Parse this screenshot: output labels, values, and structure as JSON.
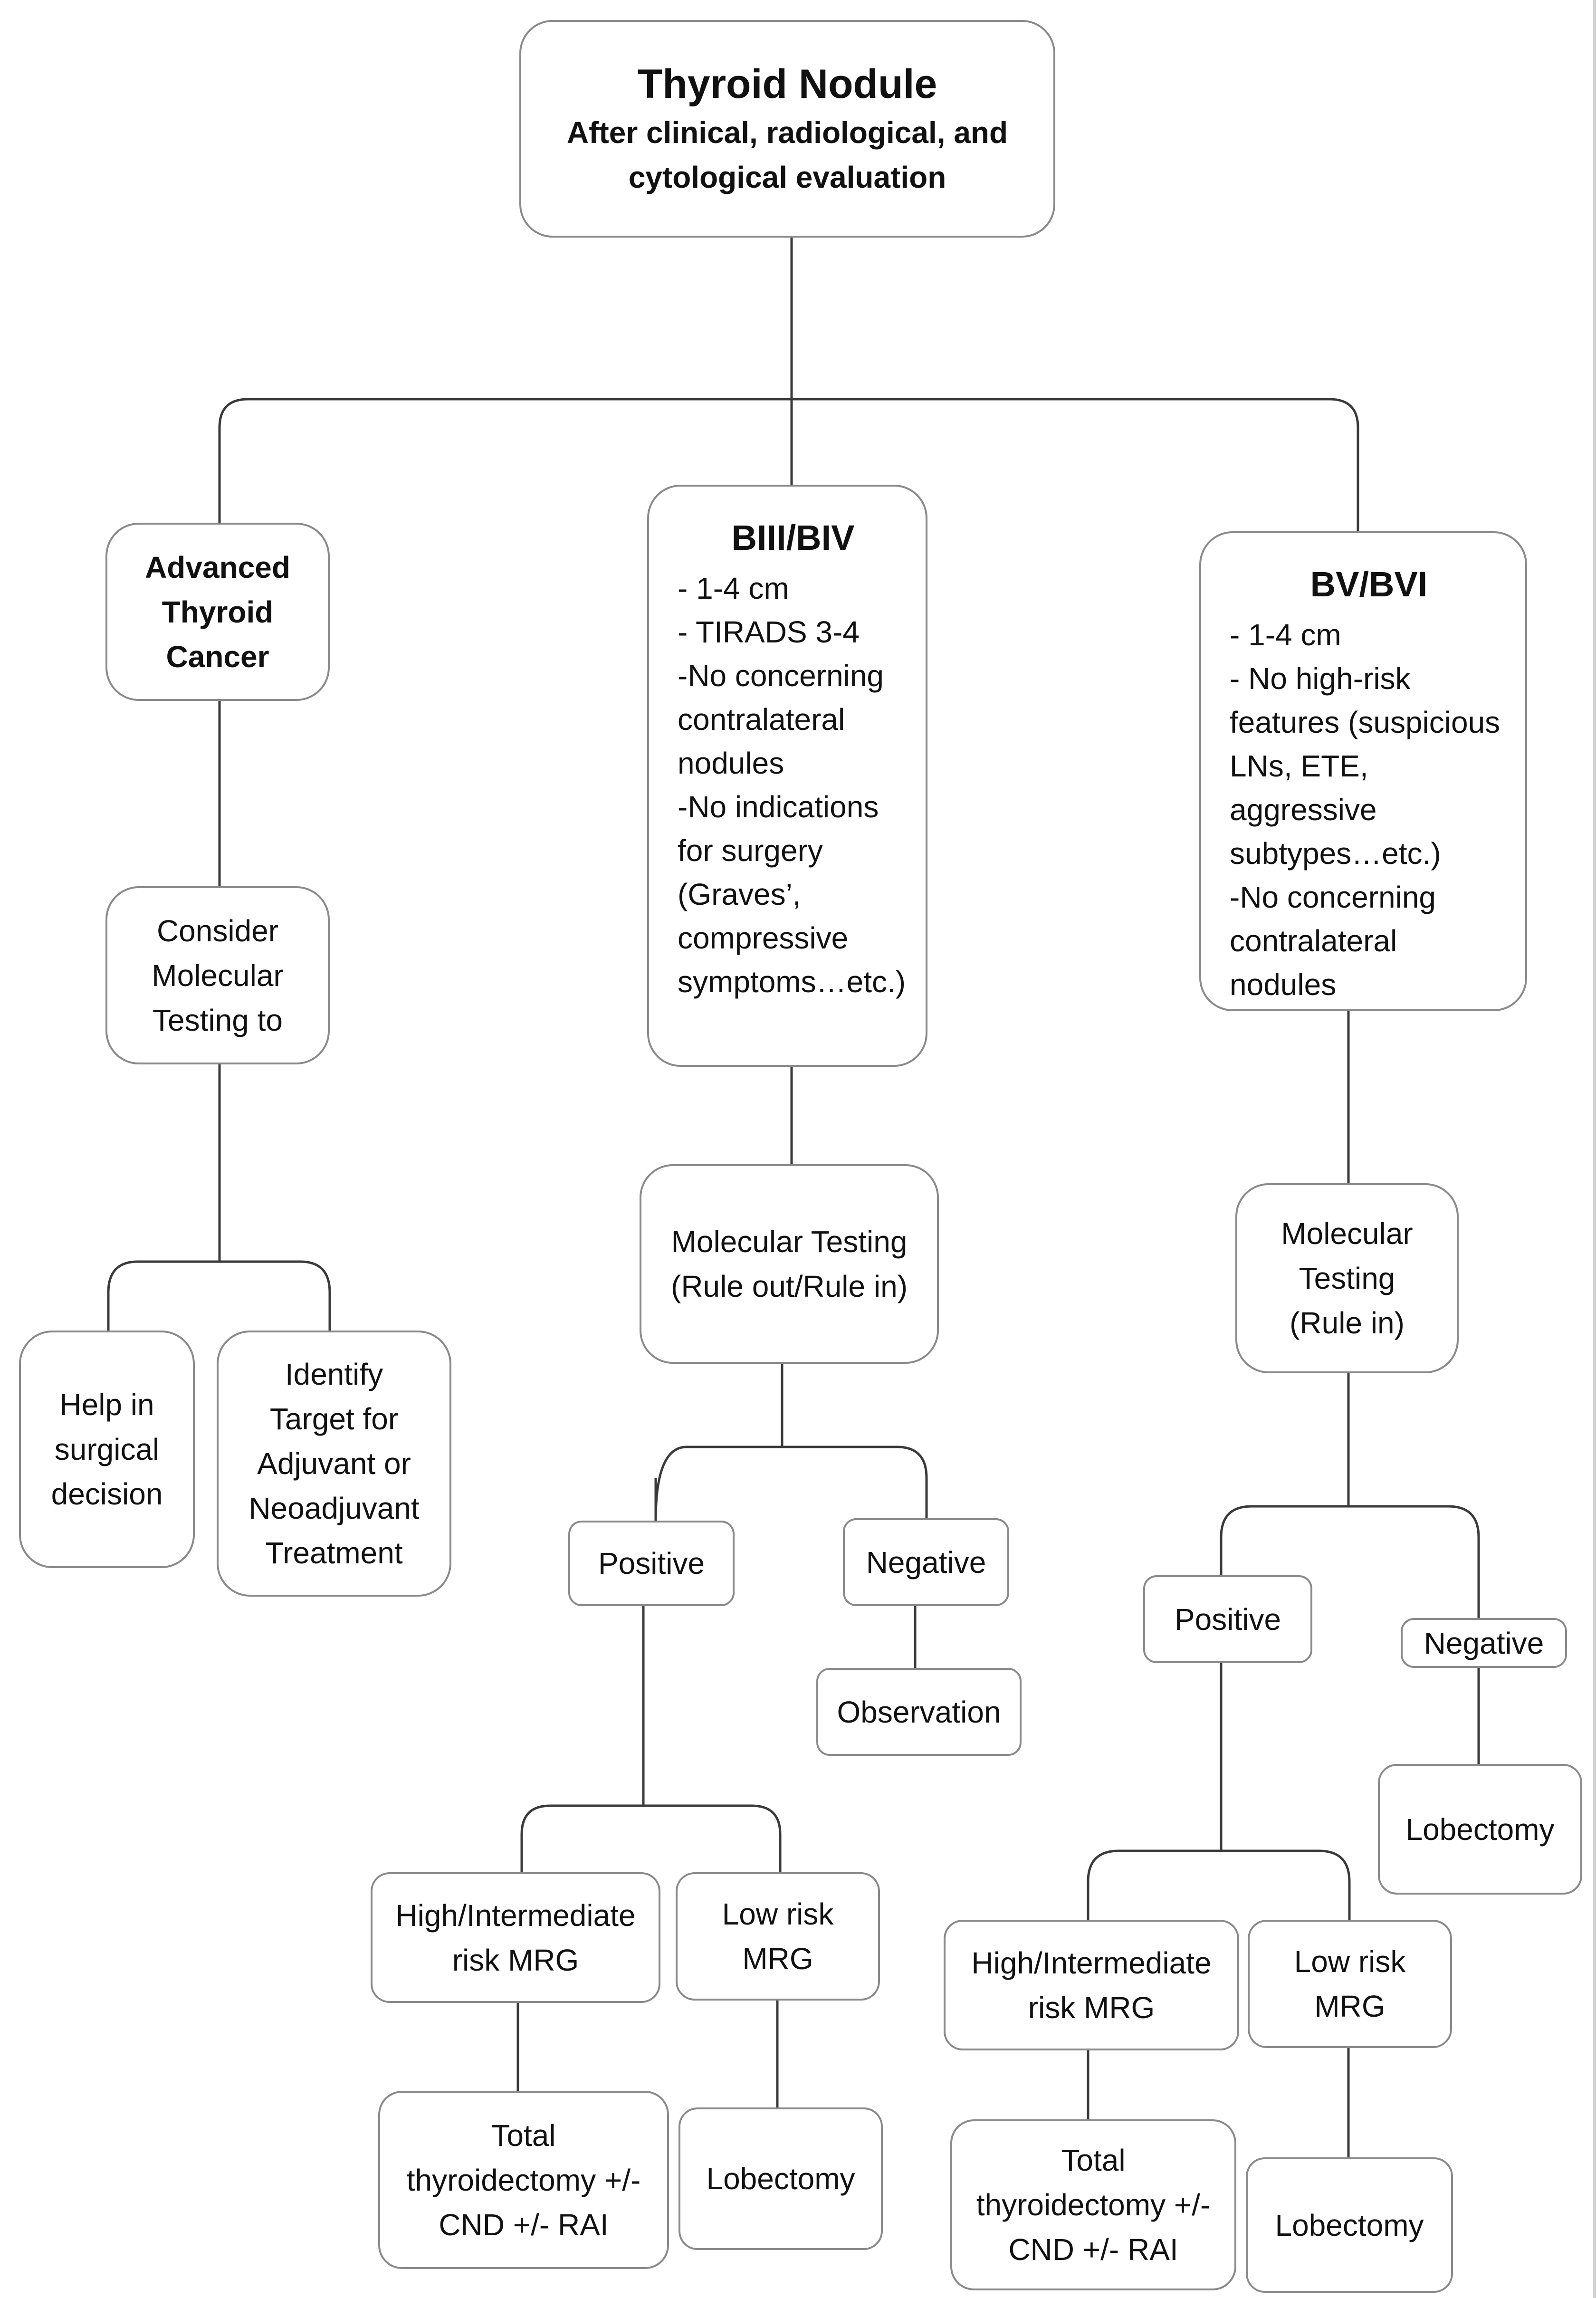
{
  "colors": {
    "line": "#3a3a3a",
    "box_border": "#8a8a8a",
    "text": "#111111",
    "background": "#ffffff"
  },
  "root": {
    "title": "Thyroid Nodule",
    "subtitle_line1": "After clinical, radiological, and",
    "subtitle_line2": "cytological evaluation"
  },
  "left_branch": {
    "advanced": {
      "line1": "Advanced",
      "line2": "Thyroid",
      "line3": "Cancer"
    },
    "consider": {
      "line1": "Consider",
      "line2": "Molecular",
      "line3": "Testing to"
    },
    "help": {
      "line1": "Help in",
      "line2": "surgical",
      "line3": "decision"
    },
    "identify": {
      "line1": "Identify",
      "line2": "Target for",
      "line3": "Adjuvant or",
      "line4": "Neoadjuvant",
      "line5": "Treatment"
    }
  },
  "middle_branch": {
    "title": "BIII/BIV",
    "criteria": [
      "- 1-4 cm",
      "- TIRADS 3-4",
      "-No concerning",
      "contralateral",
      "nodules",
      "-No indications",
      "for surgery",
      "(Graves’,",
      "compressive",
      "symptoms…etc.)"
    ],
    "testing": {
      "line1": "Molecular Testing",
      "line2": "(Rule out/Rule in)"
    },
    "positive": "Positive",
    "negative": "Negative",
    "observation": "Observation",
    "high_risk": {
      "line1": "High/Intermediate",
      "line2": "risk MRG"
    },
    "low_risk": {
      "line1": "Low risk",
      "line2": "MRG"
    },
    "total": {
      "line1": "Total",
      "line2": "thyroidectomy +/-",
      "line3": "CND +/- RAI"
    },
    "lobectomy": "Lobectomy"
  },
  "right_branch": {
    "title": "BV/BVI",
    "criteria": [
      "- 1-4 cm",
      "- No high-risk",
      "features (suspicious",
      "LNs, ETE, aggressive",
      "subtypes…etc.)",
      "-No concerning",
      "contralateral",
      "nodules"
    ],
    "testing": {
      "line1": "Molecular",
      "line2": "Testing",
      "line3": "(Rule in)"
    },
    "positive": "Positive",
    "negative": "Negative",
    "lobectomy_negative": "Lobectomy",
    "high_risk": {
      "line1": "High/Intermediate",
      "line2": "risk MRG"
    },
    "low_risk": {
      "line1": "Low risk",
      "line2": "MRG"
    },
    "total": {
      "line1": "Total",
      "line2": "thyroidectomy +/-",
      "line3": "CND +/- RAI"
    },
    "lobectomy": "Lobectomy"
  }
}
